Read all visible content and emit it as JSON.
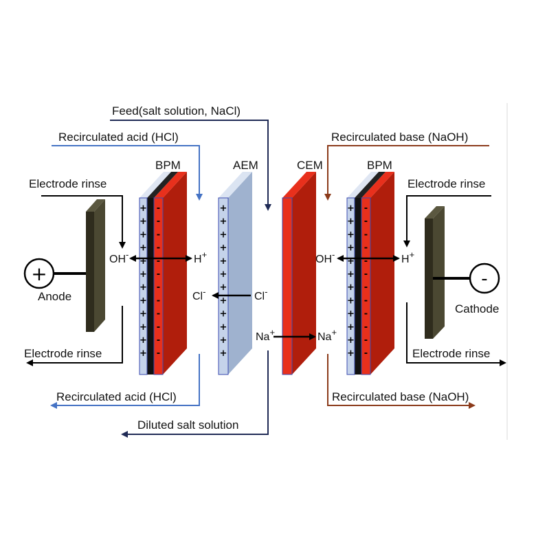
{
  "labels": {
    "feed": "Feed(salt solution, NaCl)",
    "acid_in": "Recirculated acid (HCl)",
    "base_in": "Recirculated base (NaOH)",
    "acid_out": "Recirculated acid (HCl)",
    "base_out": "Recirculated base (NaOH)",
    "diluted": "Diluted salt solution",
    "rinse_left_in": "Electrode rinse",
    "rinse_left_out": "Electrode rinse",
    "rinse_right_in": "Electrode rinse",
    "rinse_right_out": "Electrode rinse",
    "anode": "Anode",
    "cathode": "Cathode",
    "anode_sign": "+",
    "cathode_sign": "-"
  },
  "membranes": {
    "bpm_left": "BPM",
    "aem": "AEM",
    "cem": "CEM",
    "bpm_right": "BPM"
  },
  "ions": {
    "oh_left": "OH",
    "oh_left_charge": "-",
    "h_left": "H",
    "h_left_charge": "+",
    "cl_left": "Cl",
    "cl_left_charge": "-",
    "cl_right": "Cl",
    "cl_right_charge": "-",
    "na_left": "Na",
    "na_left_charge": "+",
    "na_right": "Na",
    "na_right_charge": "+",
    "oh_right": "OH",
    "oh_right_charge": "-",
    "h_right": "H",
    "h_right_charge": "+"
  },
  "membrane_signs": {
    "positive": "+",
    "negative": "-"
  },
  "colors": {
    "acid": "#4472c4",
    "base": "#8b3a1a",
    "feed": "#1f2a55",
    "black": "#000000",
    "red_face": "#e8301c",
    "red_side": "#b01e0c",
    "blue_face": "#c5d3ea",
    "blue_side": "#9fb2cf",
    "electrode_face": "#2f2c1d",
    "electrode_side": "#4b4832"
  }
}
